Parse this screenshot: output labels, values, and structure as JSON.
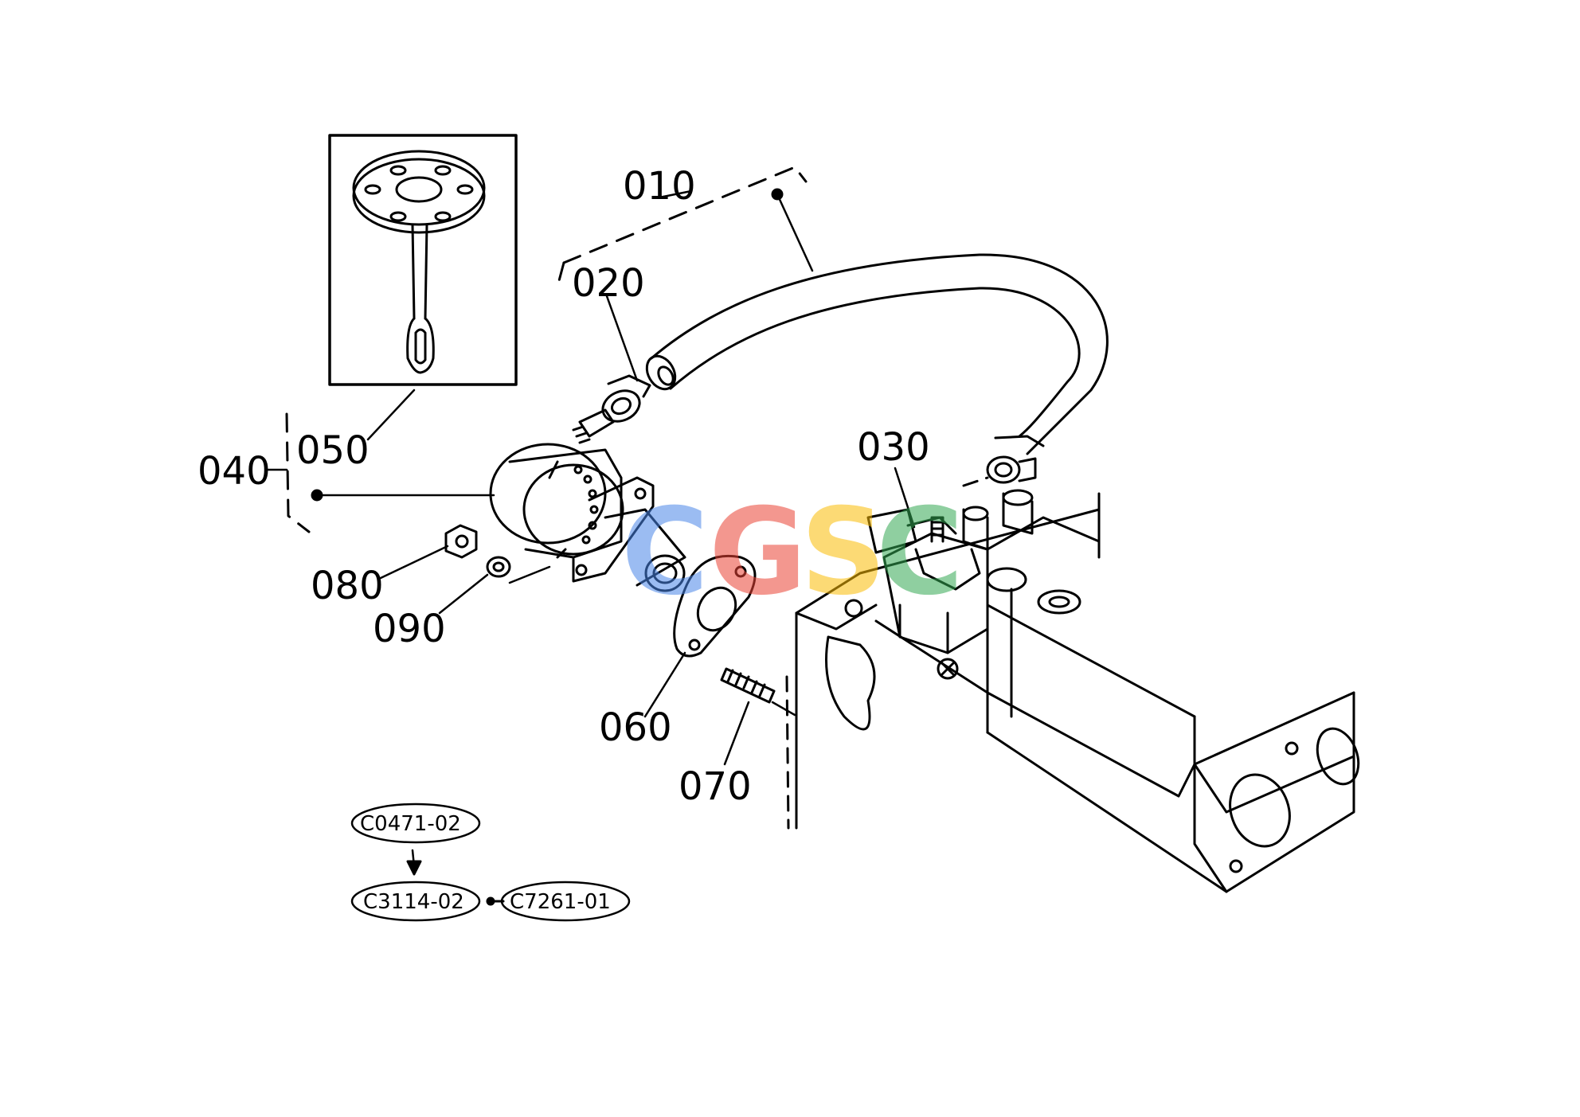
{
  "diagram": {
    "part_labels": {
      "p010": "010",
      "p020": "020",
      "p030": "030",
      "p040": "040",
      "p050": "050",
      "p060": "060",
      "p070": "070",
      "p080": "080",
      "p090": "090"
    },
    "reference_codes": {
      "ref1": "C0471-02",
      "ref2": "C3114-02",
      "ref3": "C7261-01"
    },
    "watermark": {
      "letters": [
        "C",
        "G",
        "S",
        "C"
      ],
      "colors": [
        "#4a86e8",
        "#ea4335",
        "#fbbc05",
        "#34a853"
      ]
    }
  }
}
